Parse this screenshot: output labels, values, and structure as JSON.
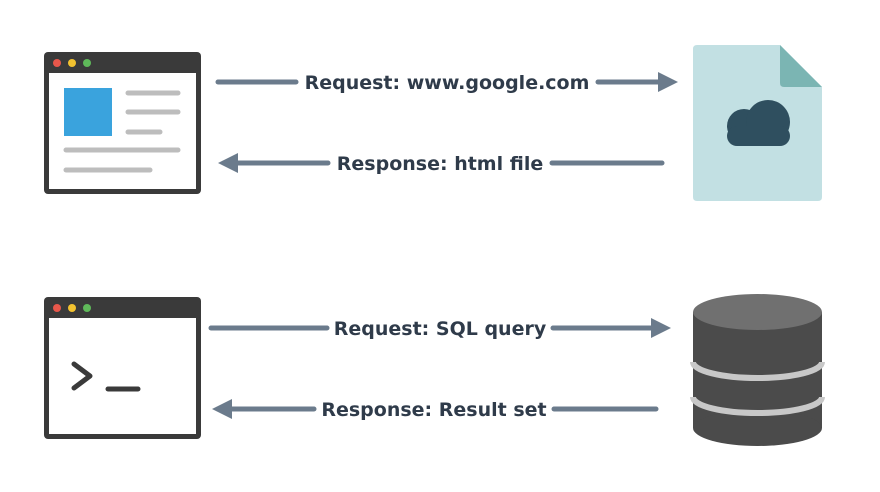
{
  "flows": [
    {
      "request_label": "Request: www.google.com",
      "response_label": "Response: html file",
      "client": "browser-window",
      "server": "cloud-file"
    },
    {
      "request_label": "Request: SQL query",
      "response_label": "Response: Result set",
      "client": "terminal-window",
      "server": "database"
    }
  ],
  "colors": {
    "window_frame": "#3a3a3a",
    "window_body": "#ffffff",
    "dot_red": "#e8574b",
    "dot_yellow": "#f2c230",
    "dot_green": "#5fb95a",
    "image_block": "#3aa3dd",
    "text_lines": "#bdbdbd",
    "arrow": "#6b7b8c",
    "label": "#2f3b4a",
    "file_body": "#c2e0e3",
    "file_fold": "#7bb5b3",
    "cloud": "#2f4f5f",
    "db_body": "#4b4b4b",
    "db_top": "#707070",
    "db_band": "#c8c8c8"
  }
}
